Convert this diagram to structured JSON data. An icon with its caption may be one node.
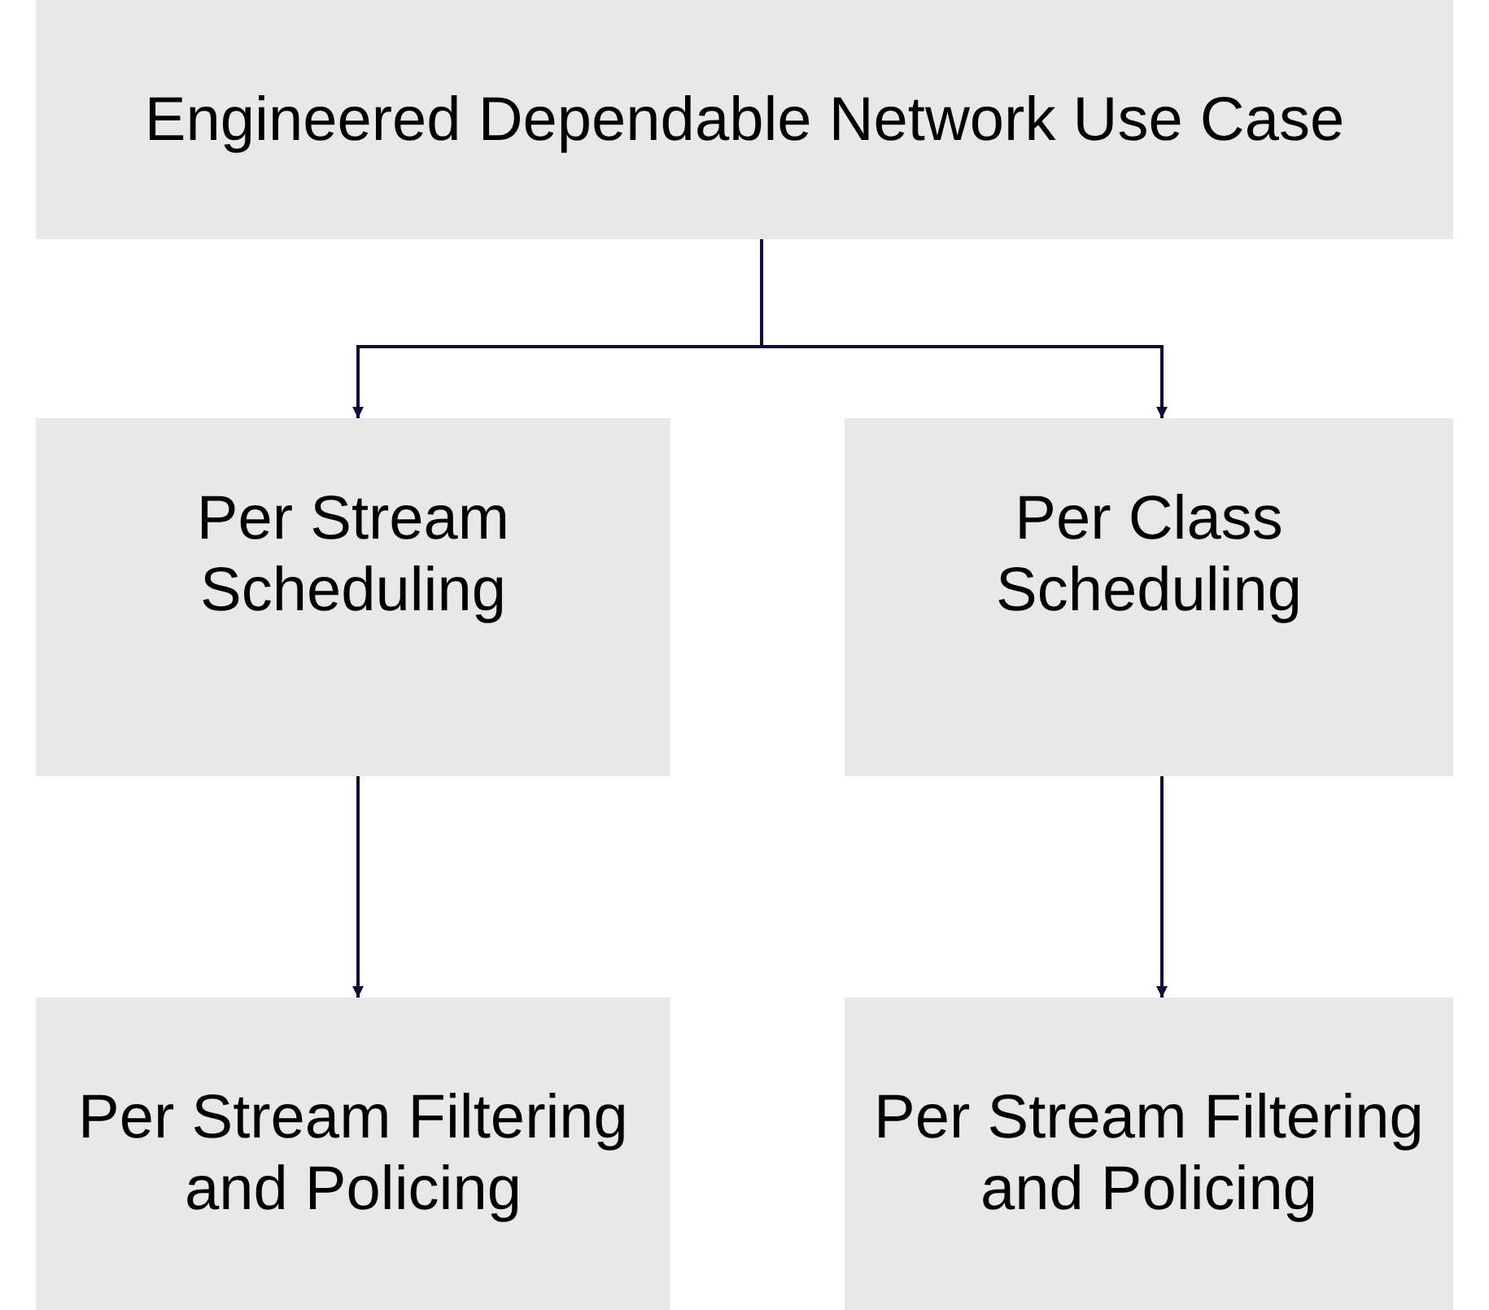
{
  "diagram": {
    "nodes": [
      {
        "text": [
          "Engineered Dependable Network Use Case"
        ]
      },
      {
        "text": [
          "Per Stream Scheduling"
        ]
      },
      {
        "text": [
          "Per Class Scheduling"
        ]
      },
      {
        "text": [
          "Per Stream Filtering and Policing"
        ]
      },
      {
        "text": [
          "Per Stream Filtering and Policing"
        ]
      }
    ],
    "edges": [
      {
        "from": 0,
        "to": 1,
        "arrow": "to"
      },
      {
        "from": 0,
        "to": 2,
        "arrow": "to"
      },
      {
        "from": 1,
        "to": 3,
        "arrow": "to"
      },
      {
        "from": 2,
        "to": 4,
        "arrow": "to"
      }
    ]
  }
}
